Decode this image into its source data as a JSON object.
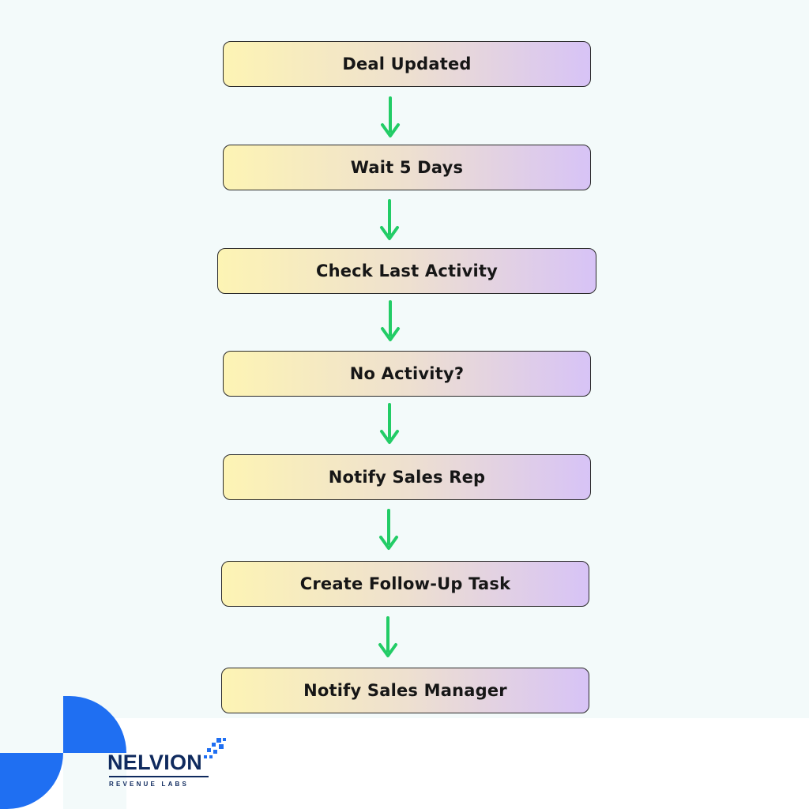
{
  "diagram": {
    "steps": [
      "Deal Updated",
      "Wait 5 Days",
      "Check Last Activity",
      "No Activity?",
      "Notify Sales Rep",
      "Create Follow-Up Task",
      "Notify Sales Manager"
    ],
    "arrow_color": "#22cc66",
    "box_gradient": [
      "#fdf4b4",
      "#d7c3f6"
    ]
  },
  "brand": {
    "name": "NELVION",
    "tagline": "REVENUE LABS",
    "accent_color": "#1f6ff2",
    "text_color": "#0f2a5e"
  }
}
